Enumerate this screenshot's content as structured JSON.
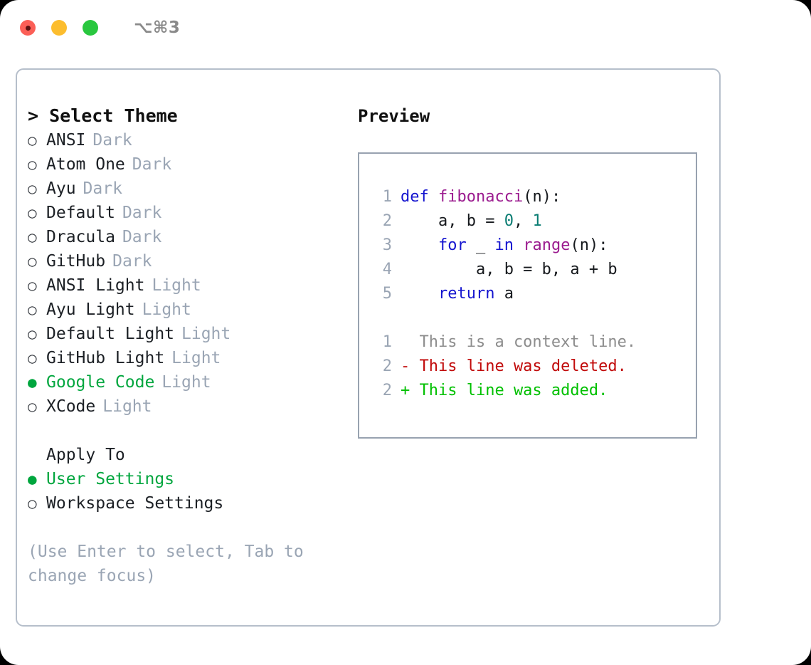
{
  "titlebar": {
    "shortcut": "⌥⌘3",
    "buttons": [
      {
        "name": "close",
        "color": "#fb5f57"
      },
      {
        "name": "minimize",
        "color": "#fcbd2e"
      },
      {
        "name": "maximize",
        "color": "#29c73f"
      }
    ]
  },
  "theme_picker": {
    "header": "> Select Theme",
    "marker_selected": "●",
    "marker_unselected": "○",
    "items": [
      {
        "name": "ANSI",
        "category": "Dark",
        "selected": false
      },
      {
        "name": "Atom One",
        "category": "Dark",
        "selected": false
      },
      {
        "name": "Ayu",
        "category": "Dark",
        "selected": false
      },
      {
        "name": "Default",
        "category": "Dark",
        "selected": false
      },
      {
        "name": "Dracula",
        "category": "Dark",
        "selected": false
      },
      {
        "name": "GitHub",
        "category": "Dark",
        "selected": false
      },
      {
        "name": "ANSI Light",
        "category": "Light",
        "selected": false
      },
      {
        "name": "Ayu Light",
        "category": "Light",
        "selected": false
      },
      {
        "name": "Default Light",
        "category": "Light",
        "selected": false
      },
      {
        "name": "GitHub Light",
        "category": "Light",
        "selected": false
      },
      {
        "name": "Google Code",
        "category": "Light",
        "selected": true
      },
      {
        "name": "XCode",
        "category": "Light",
        "selected": false
      }
    ]
  },
  "apply_to": {
    "header": "Apply To",
    "items": [
      {
        "name": "User Settings",
        "selected": true
      },
      {
        "name": "Workspace Settings",
        "selected": false
      }
    ]
  },
  "hint": "(Use Enter to select, Tab to change focus)",
  "preview": {
    "title": "Preview",
    "code_lines": [
      {
        "num": "1",
        "tokens": [
          {
            "t": "def ",
            "c": "kw"
          },
          {
            "t": "fibonacci",
            "c": "fn"
          },
          {
            "t": "(n):",
            "c": "txt"
          }
        ]
      },
      {
        "num": "2",
        "tokens": [
          {
            "t": "    a, b = ",
            "c": "txt"
          },
          {
            "t": "0",
            "c": "num"
          },
          {
            "t": ", ",
            "c": "txt"
          },
          {
            "t": "1",
            "c": "num"
          }
        ]
      },
      {
        "num": "3",
        "tokens": [
          {
            "t": "    for ",
            "c": "kw"
          },
          {
            "t": "_ ",
            "c": "txt"
          },
          {
            "t": "in ",
            "c": "kw"
          },
          {
            "t": "range",
            "c": "fn"
          },
          {
            "t": "(n):",
            "c": "txt"
          }
        ]
      },
      {
        "num": "4",
        "tokens": [
          {
            "t": "        a, b = b, a + b",
            "c": "txt"
          }
        ]
      },
      {
        "num": "5",
        "tokens": [
          {
            "t": "    return ",
            "c": "kw"
          },
          {
            "t": "a",
            "c": "txt"
          }
        ]
      }
    ],
    "diff_lines": [
      {
        "num": "1",
        "text": "  This is a context line.",
        "kind": "ctx"
      },
      {
        "num": "2",
        "text": "- This line was deleted.",
        "kind": "del"
      },
      {
        "num": "2",
        "text": "+ This line was added.",
        "kind": "add"
      }
    ]
  },
  "colors": {
    "accent_green": "#00a63e",
    "muted": "#9aa5b4",
    "keyword": "#1414cf",
    "function": "#9b1b8f",
    "number": "#0a7d73",
    "diff_add": "#00c000",
    "diff_del": "#c10a0a",
    "panel_border": "#b6bfcb",
    "preview_border": "#98a2b0"
  }
}
